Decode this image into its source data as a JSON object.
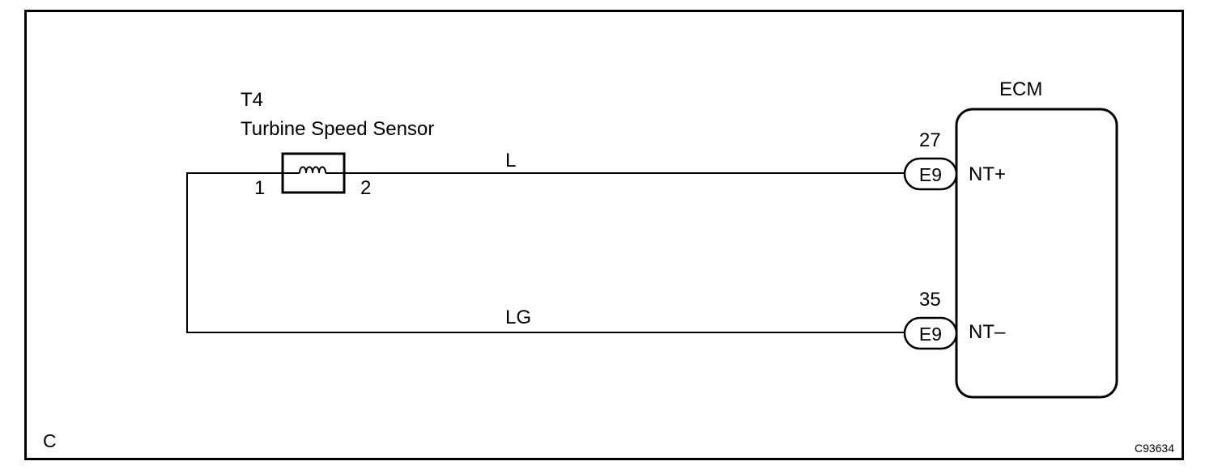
{
  "colors": {
    "line": "#000000",
    "background": "#ffffff"
  },
  "sensor": {
    "code": "T4",
    "name": "Turbine Speed Sensor",
    "pin_left": "1",
    "pin_right": "2",
    "icon": "coil-icon"
  },
  "wires": {
    "upper_color": "L",
    "lower_color": "LG"
  },
  "ecm": {
    "title": "ECM",
    "pins": [
      {
        "number": "27",
        "connector": "E9",
        "signal": "NT+"
      },
      {
        "number": "35",
        "connector": "E9",
        "signal": "NT–"
      }
    ]
  },
  "corner_letter": "C",
  "figure_code": "C93634"
}
